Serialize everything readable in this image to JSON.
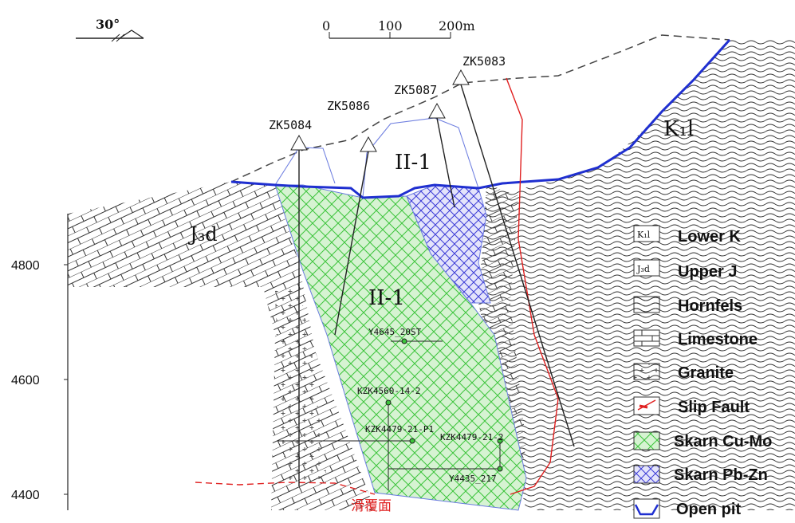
{
  "orientation": {
    "dip": "30°"
  },
  "scale_bar": {
    "ticks": [
      "0",
      "100",
      "200m"
    ]
  },
  "elevation_axis": {
    "ticks": [
      "4800",
      "4600",
      "4400"
    ]
  },
  "drillholes": [
    "ZK5084",
    "ZK5086",
    "ZK5087",
    "ZK5083"
  ],
  "units": {
    "k1l": "K₁l",
    "j3d": "J₃d",
    "orebody_upper": "II-1",
    "orebody_main": "II-1"
  },
  "samples": [
    "Y4645_20ST",
    "KZK4560-14-2",
    "KZK4479-21-P1",
    "KZK4479-21-2",
    "Y4435_217"
  ],
  "slip_surface_label": "滑覆面",
  "legend": [
    {
      "key": "k1l",
      "symbol": "K₁l",
      "label": "Lower K"
    },
    {
      "key": "j3d",
      "symbol": "J₃d",
      "label": "Upper J"
    },
    {
      "key": "hornfels",
      "label": "Hornfels"
    },
    {
      "key": "limestone",
      "label": "Limestone"
    },
    {
      "key": "granite",
      "label": "Granite"
    },
    {
      "key": "slip_fault",
      "label": "Slip Fault"
    },
    {
      "key": "skarn_cumo",
      "label": "Skarn Cu-Mo"
    },
    {
      "key": "skarn_pbzn",
      "label": "Skarn Pb-Zn"
    },
    {
      "key": "open_pit",
      "label": "Open pit"
    }
  ],
  "colors": {
    "skarn_cumo": "#3cc43c",
    "skarn_pbzn": "#3b3bd6",
    "open_pit": "#1f2fd0",
    "slip_fault": "#e02020",
    "line": "#222222"
  }
}
